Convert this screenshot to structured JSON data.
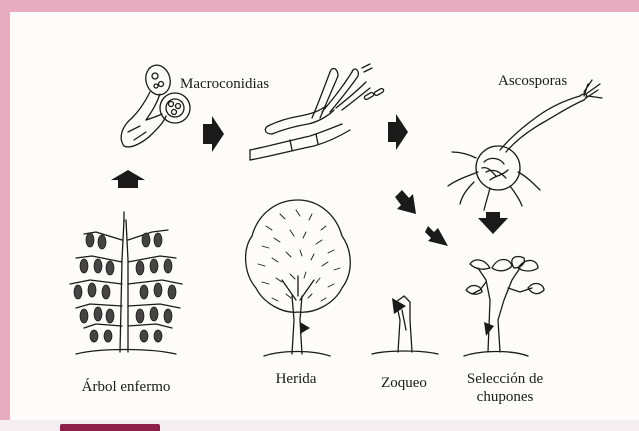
{
  "labels": {
    "macroconidias": "Macroconidias",
    "ascosporas": "Ascosporas",
    "arbol_enfermo": "Árbol enfermo",
    "herida": "Herida",
    "zoqueo": "Zoqueo",
    "seleccion_line1": "Selección de",
    "seleccion_line2": "chupones"
  },
  "colors": {
    "frame": "#e6adc1",
    "figure_tab": "#8d1f48",
    "ink": "#1a1a1a"
  }
}
